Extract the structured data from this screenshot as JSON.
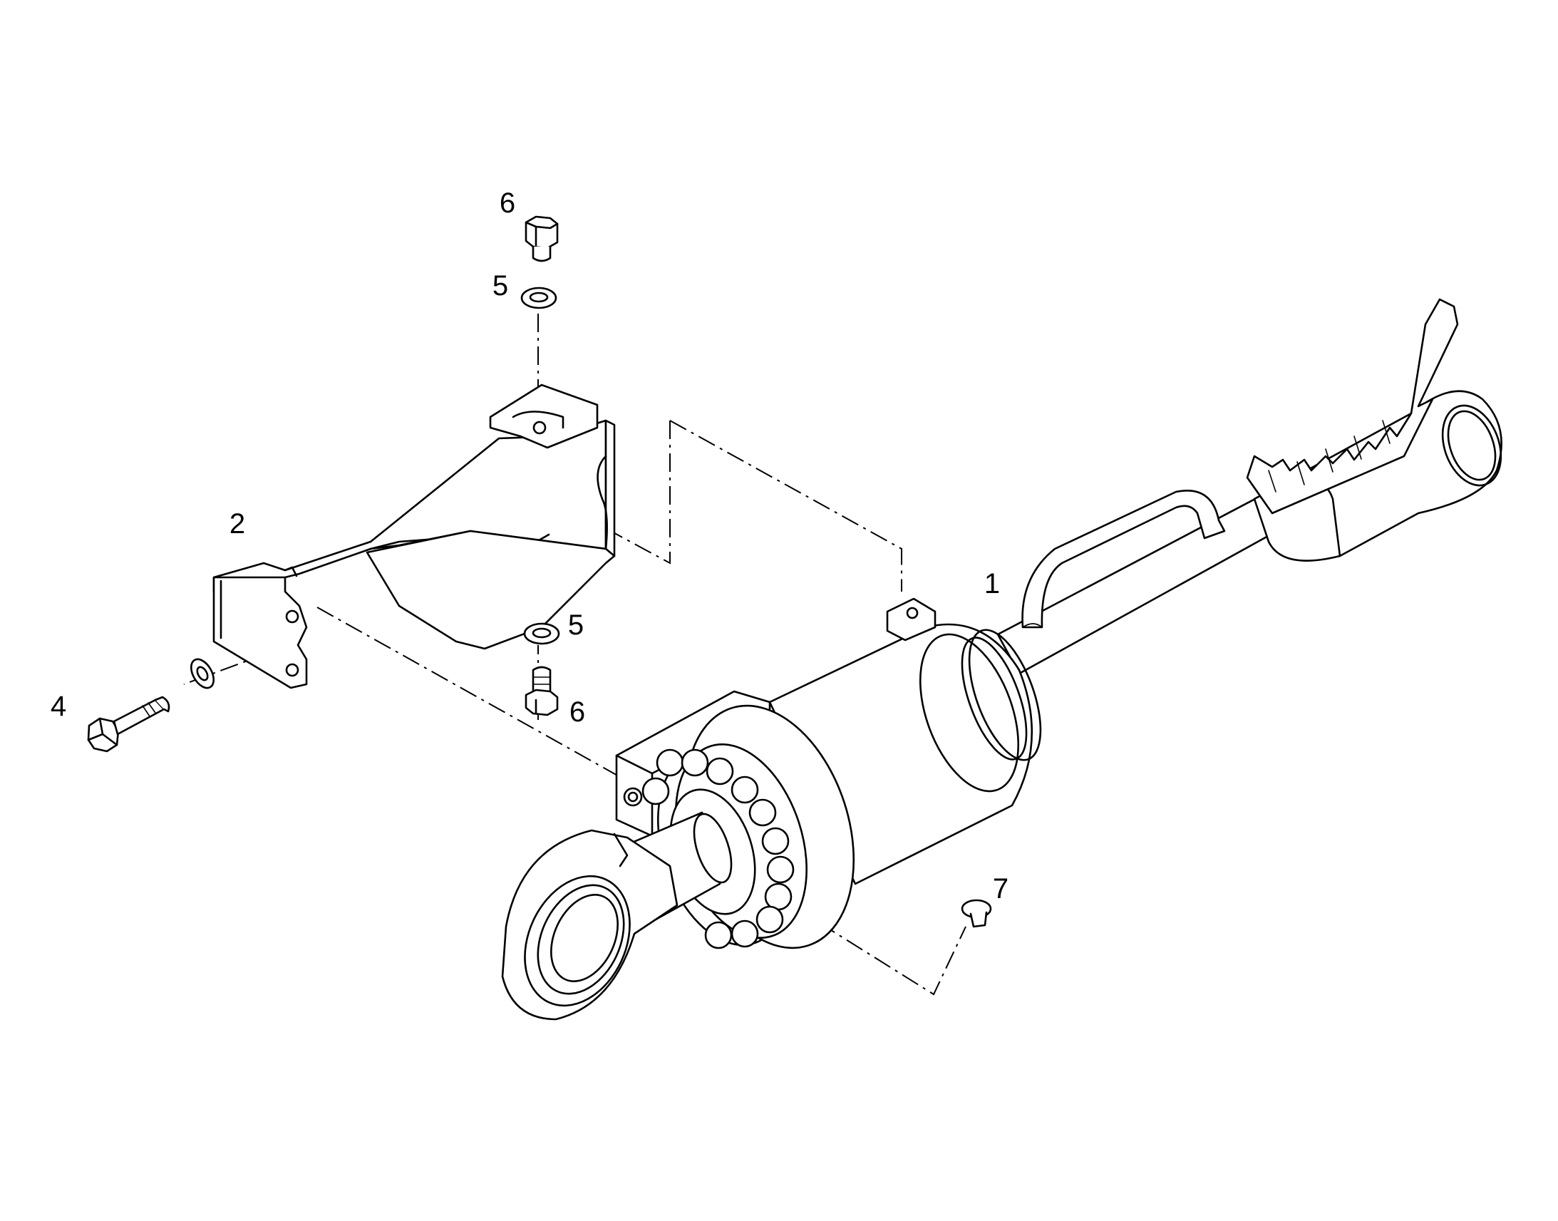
{
  "diagram": {
    "colors": {
      "line": "#000000",
      "background": "#ffffff"
    },
    "callouts": [
      {
        "id": "c1",
        "label": "1"
      },
      {
        "id": "c2",
        "label": "2"
      },
      {
        "id": "c4",
        "label": "4"
      },
      {
        "id": "c5a",
        "label": "5"
      },
      {
        "id": "c5b",
        "label": "5"
      },
      {
        "id": "c6a",
        "label": "6"
      },
      {
        "id": "c6b",
        "label": "6"
      },
      {
        "id": "c7",
        "label": "7"
      }
    ],
    "parts": [
      {
        "ref": "1",
        "name": "hydraulic-cylinder"
      },
      {
        "ref": "2",
        "name": "bracket"
      },
      {
        "ref": "4",
        "name": "bolt"
      },
      {
        "ref": "5",
        "name": "washer"
      },
      {
        "ref": "6",
        "name": "hex-screw"
      },
      {
        "ref": "7",
        "name": "plug"
      }
    ]
  }
}
